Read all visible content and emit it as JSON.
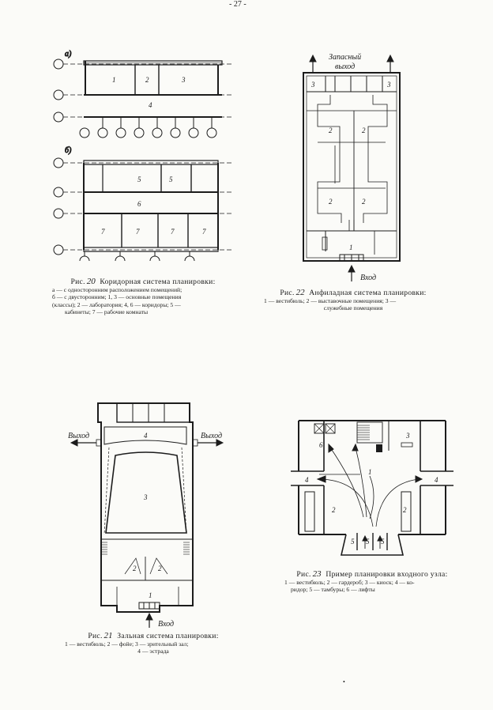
{
  "page_number": "- 27 -",
  "fig20": {
    "sub_a": "а)",
    "sub_b": "б)",
    "labels_a": [
      "1",
      "2",
      "3",
      "4"
    ],
    "labels_b": [
      "5",
      "5",
      "6",
      "7",
      "7",
      "7",
      "7"
    ],
    "caption": {
      "prefix": "Рис.",
      "num": "20",
      "title": "Коридорная система планировки:",
      "lines": [
        "а — с односторонним расположением помещений;",
        "б — с двусторонним; 1, 3 — основные помещения",
        "(классы); 2 — лаборатория; 4, 6 — коридоры; 5 —",
        "кабинеты; 7 — рабочие комнаты"
      ]
    }
  },
  "fig22": {
    "exit_label_1": "Запасный",
    "exit_label_2": "выход",
    "entry_label": "Вход",
    "labels": [
      "3",
      "3",
      "2",
      "2",
      "2",
      "2",
      "1"
    ],
    "caption": {
      "prefix": "Рис.",
      "num": "22",
      "title": "Анфиладная система планировки:",
      "lines": [
        "1 — вестибюль; 2 — выставочные помещения; 3 —",
        "служебные помещения"
      ]
    }
  },
  "fig21": {
    "exit_left": "Выход",
    "exit_right": "Выход",
    "entry_label": "Вход",
    "labels": [
      "4",
      "3",
      "2",
      "2",
      "1"
    ],
    "caption": {
      "prefix": "Рис.",
      "num": "21",
      "title": "Зальная система планировки:",
      "lines": [
        "1 — вестибюль; 2 — фойе; 3 — зрительный зал;",
        "4 — эстрада"
      ]
    }
  },
  "fig23": {
    "labels": [
      "1",
      "2",
      "2",
      "3",
      "4",
      "4",
      "5",
      "5",
      "5",
      "6"
    ],
    "caption": {
      "prefix": "Рис.",
      "num": "23",
      "title": "Пример планировки входного узла:",
      "lines": [
        "1 — вестибюль; 2 — гардероб; 3 — киоск; 4 — ко-",
        "ридор; 5 — тамбуры; 6 — лифты"
      ]
    }
  },
  "bottom_mark": "•"
}
